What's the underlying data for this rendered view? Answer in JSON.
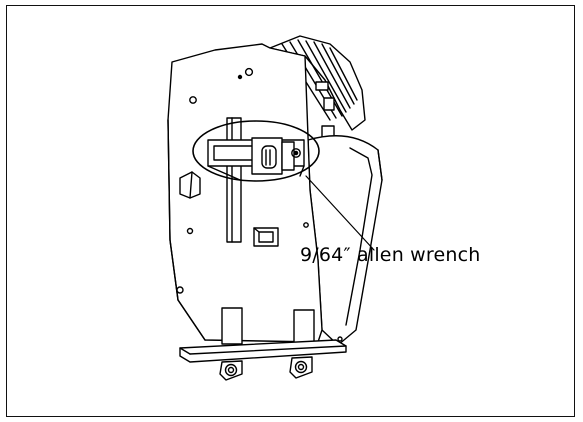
{
  "figure": {
    "callout_label": "9/64″ allen wrench"
  },
  "icons": {
    "subject": "machine-side-panel-illustration",
    "highlight": "highlight-ellipse"
  },
  "colors": {
    "line": "#000000",
    "background": "#ffffff",
    "frame": "#111111"
  }
}
